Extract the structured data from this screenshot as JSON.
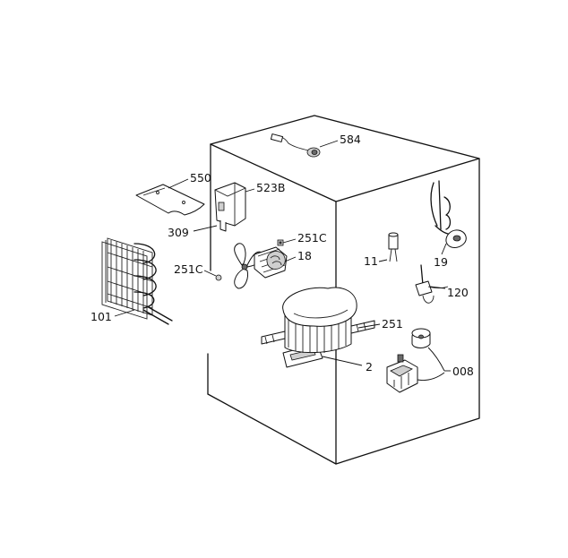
{
  "diagram": {
    "labels": {
      "l584": "584",
      "l550": "550",
      "l523b": "523B",
      "l309": "309",
      "l251c_top": "251C",
      "l18": "18",
      "l251c_left": "251C",
      "l11": "11",
      "l19": "19",
      "l120": "120",
      "l101": "101",
      "l251": "251",
      "l2": "2",
      "l008": "008"
    }
  }
}
